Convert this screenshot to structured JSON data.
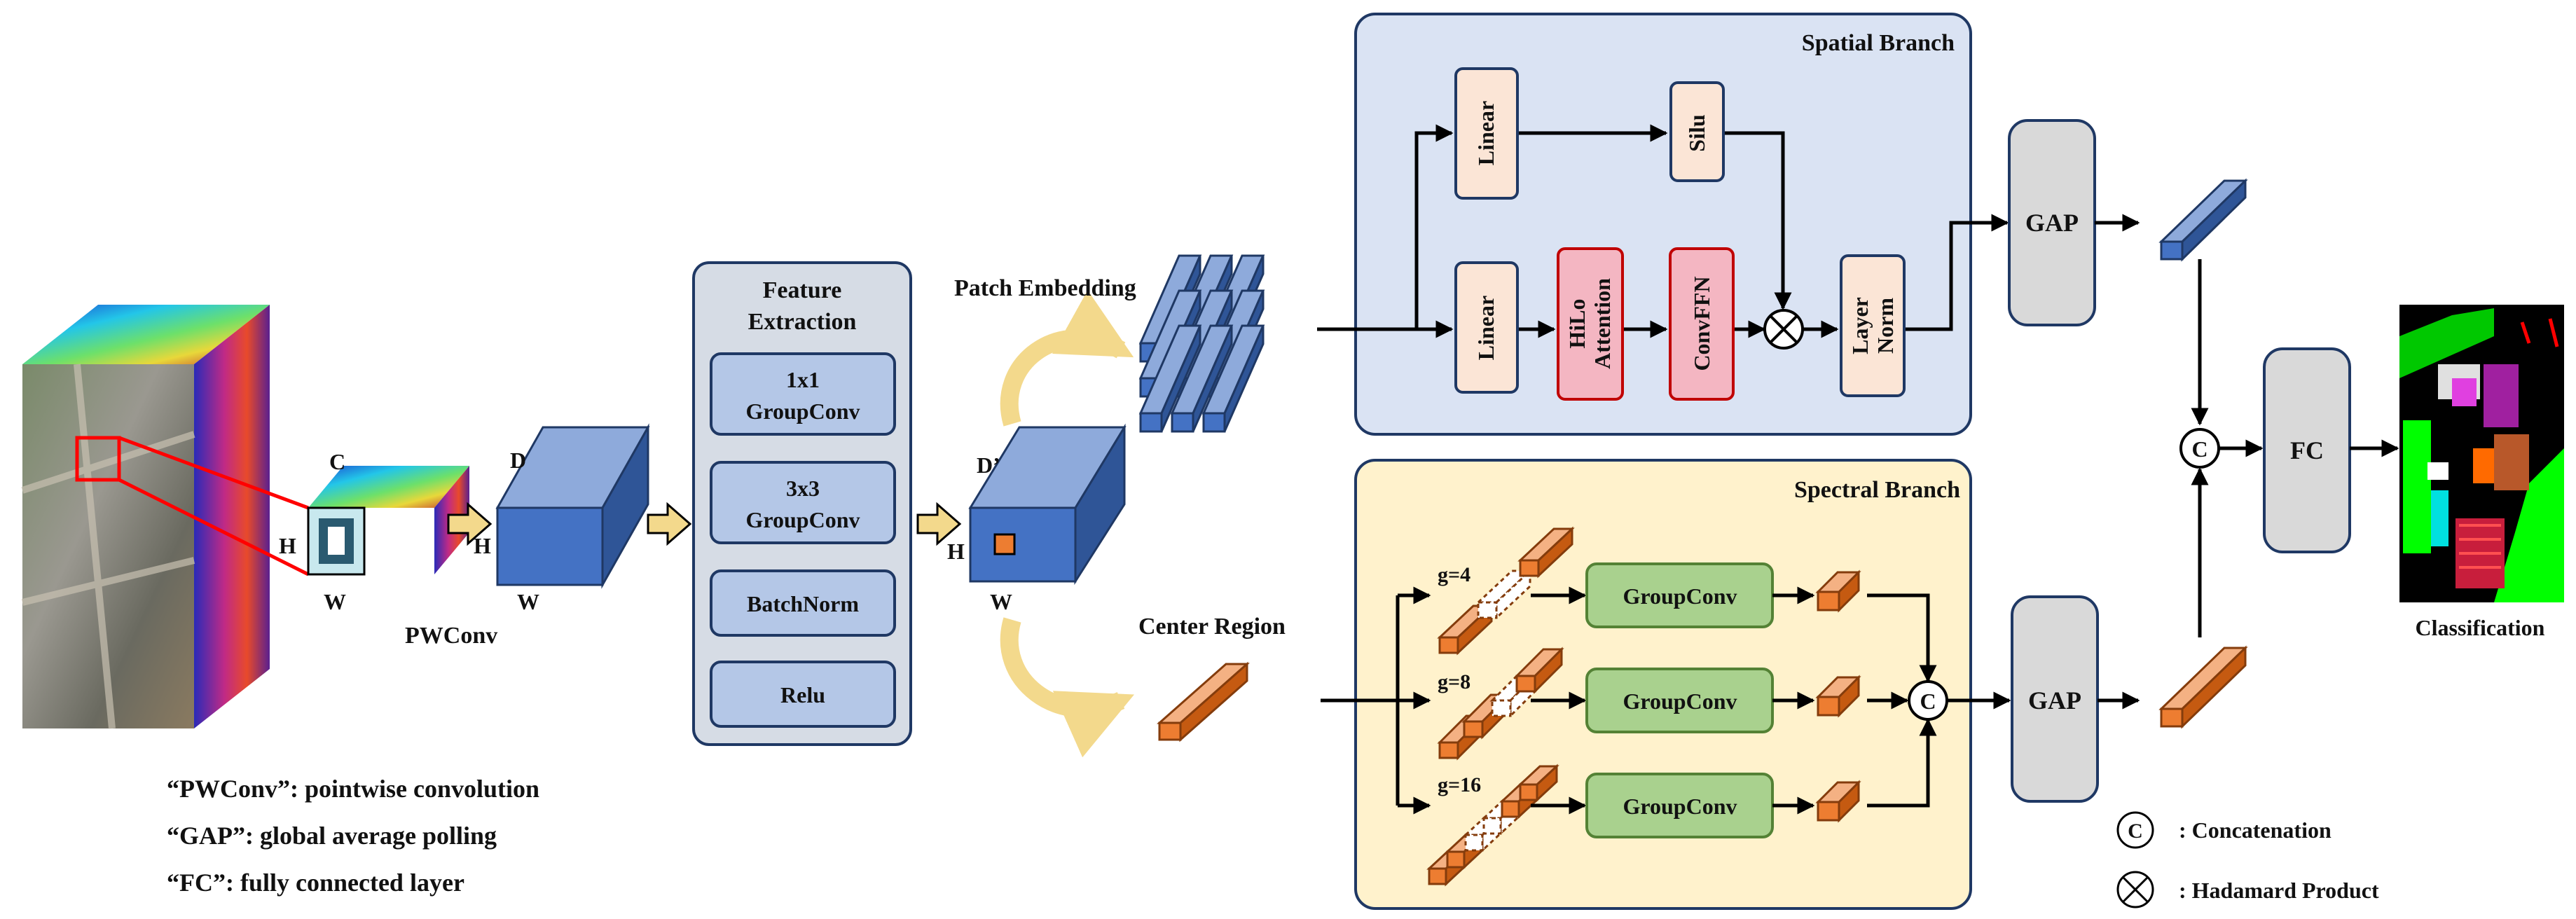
{
  "labels": {
    "c": "C",
    "h": "H",
    "w": "W",
    "d": "D",
    "d_prime": "D’",
    "pwconv": "PWConv",
    "feature_extraction_line1": "Feature",
    "feature_extraction_line2": "Extraction",
    "patch_embedding": "Patch Embedding",
    "center_region": "Center Region",
    "spatial_branch": "Spatial Branch",
    "spectral_branch": "Spectral Branch",
    "gap": "GAP",
    "fc": "FC",
    "classification": "Classification",
    "concat_symbol": "C"
  },
  "feature_blocks": {
    "groupconv1x1_line1": "1x1",
    "groupconv1x1_line2": "GroupConv",
    "groupconv3x3_line1": "3x3",
    "groupconv3x3_line2": "GroupConv",
    "batchnorm": "BatchNorm",
    "relu": "Relu"
  },
  "spatial_blocks": {
    "linear": "Linear",
    "silu": "Silu",
    "hilo_line1": "HiLo",
    "hilo_line2": "Attention",
    "convffn": "ConvFFN",
    "layernorm_line1": "Layer",
    "layernorm_line2": "Norm"
  },
  "spectral_blocks": {
    "g4": "g=4",
    "g8": "g=8",
    "g16": "g=16",
    "groupconv": "GroupConv"
  },
  "legend": {
    "concatenation": ": Concatenation",
    "hadamard": ": Hadamard Product"
  },
  "notes": {
    "pwconv": "“PWConv”: pointwise convolution",
    "gap": "“GAP”: global average polling",
    "fc": "“FC”: fully connected layer"
  },
  "colors": {
    "spatial_panel": "#dae3f3",
    "spectral_panel": "#fff2cc",
    "feature_panel": "#d6dce5",
    "cube_blue": "#4472c4",
    "cube_orange": "#ed7d31",
    "linear_box": "#fbe5d6",
    "attention_box": "#f4b6c2",
    "groupconv_box": "#a9d18e",
    "gap_box": "#d9d9d9"
  }
}
